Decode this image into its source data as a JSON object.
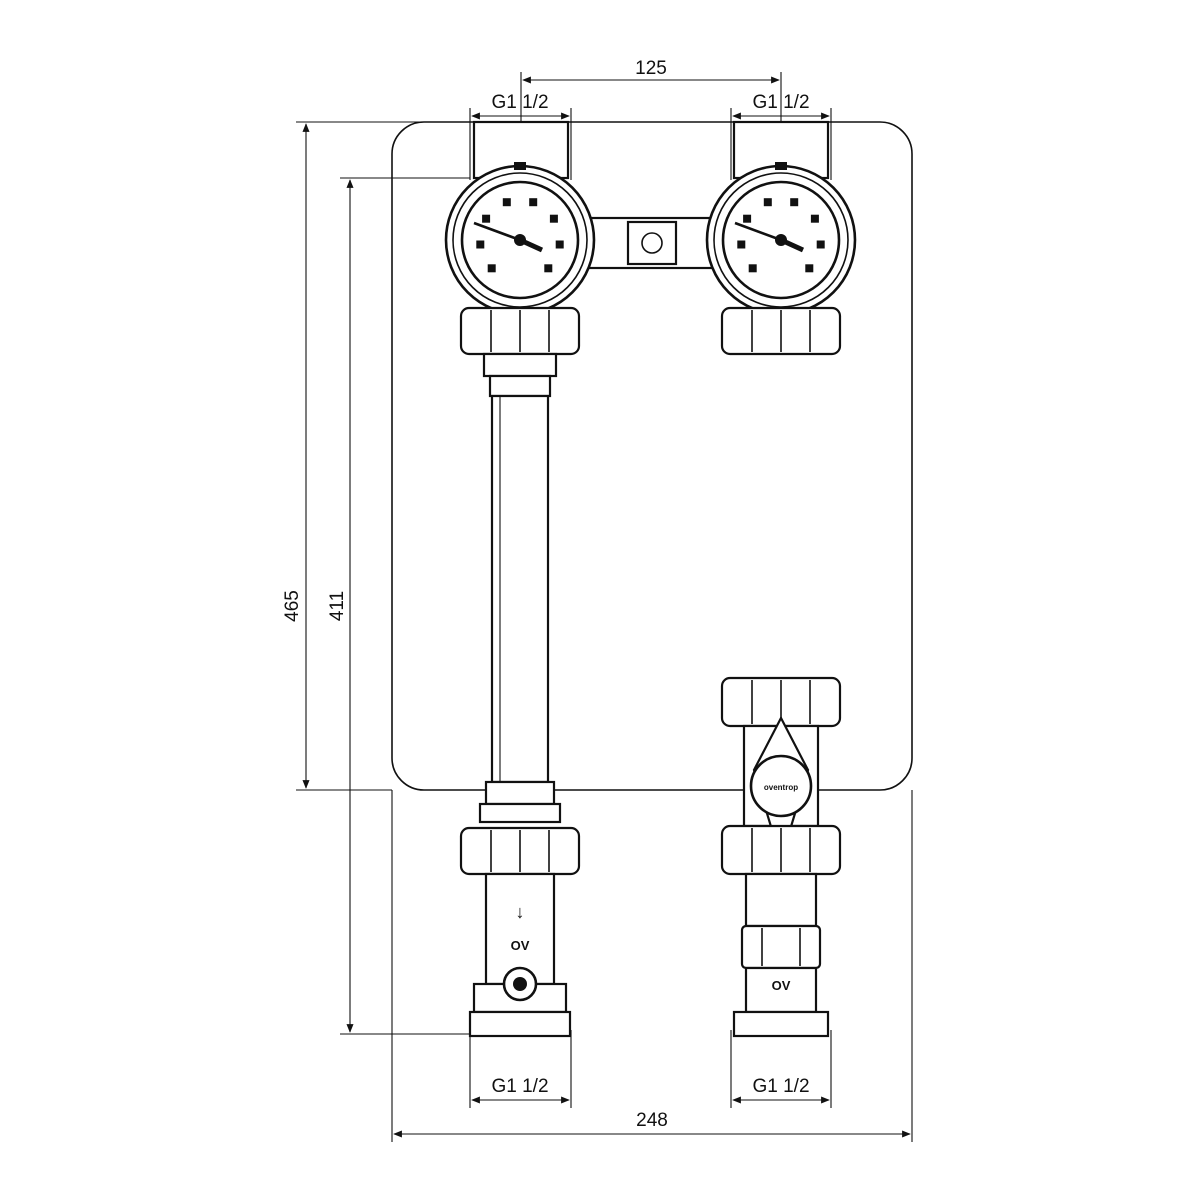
{
  "dimensions": {
    "top_spacing": "125",
    "top_left_thread": "G1 1/2",
    "top_right_thread": "G1 1/2",
    "bottom_left_thread": "G1 1/2",
    "bottom_right_thread": "G1 1/2",
    "total_height": "465",
    "inner_height": "411",
    "total_width": "248"
  },
  "markings": {
    "left_valve": "OV",
    "right_valve": "OV",
    "brand": "oventrop",
    "flow_arrow": "↓"
  },
  "colors": {
    "line": "#111111",
    "background": "#ffffff"
  }
}
